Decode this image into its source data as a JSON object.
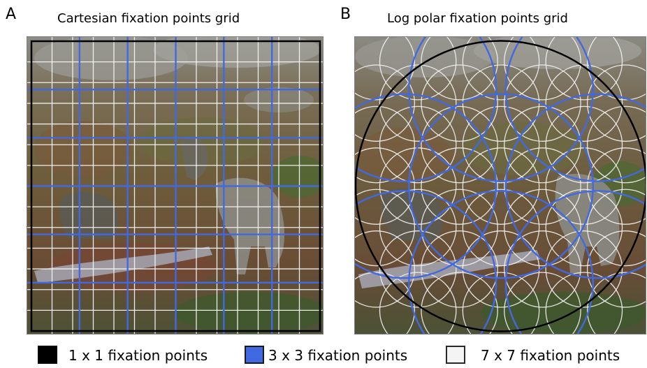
{
  "panels": [
    {
      "letter": "A",
      "title": "Cartesian fixation points grid",
      "grid_type": "cartesian"
    },
    {
      "letter": "B",
      "title": "Log polar fixation points grid",
      "grid_type": "log-polar"
    }
  ],
  "legend": [
    {
      "label": "1 x 1 fixation points",
      "color": "#000000",
      "grid_size": 1
    },
    {
      "label": "3 x 3 fixation points",
      "color": "#4169e1",
      "grid_size": 3
    },
    {
      "label": "7 x 7 fixation points",
      "color": "#f4f4f4",
      "grid_size": 7
    }
  ]
}
